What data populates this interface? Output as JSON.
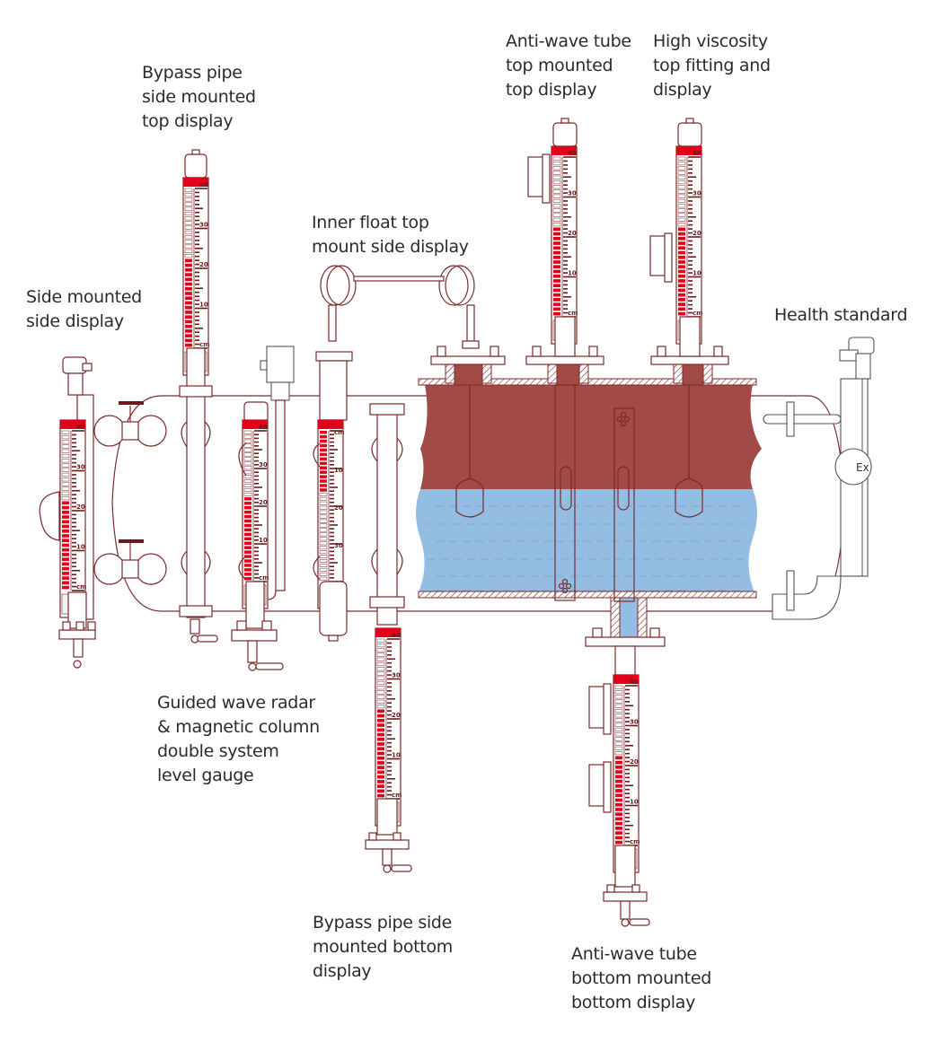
{
  "labels": {
    "side_mounted_side_display": "Side mounted\nside display",
    "bypass_pipe_side_top": "Bypass pipe\nside mounted\ntop display",
    "inner_float_top_side": "Inner float top\nmount side display",
    "anti_wave_top_top": "Anti-wave tube\ntop mounted\ntop display",
    "high_viscosity": "High viscosity\ntop fitting and\ndisplay",
    "health_standard": "Health standard",
    "guided_wave_radar": "Guided wave radar\n& magnetic column\ndouble system\nlevel gauge",
    "bypass_pipe_side_bottom": "Bypass pipe side\nmounted bottom\ndisplay",
    "anti_wave_bottom_bottom": "Anti-wave tube\nbottom mounted\nbottom display"
  },
  "gauge_scale": {
    "unit": "cm",
    "ticks_ascending": [
      "cm",
      "10",
      "20",
      "30",
      "40"
    ],
    "ticks_descending": [
      "cm",
      "10",
      "20",
      "30",
      "40"
    ]
  },
  "gauges": [
    {
      "id": "side-mounted",
      "fill_fraction": 0.57,
      "inverted": false
    },
    {
      "id": "bypass-top",
      "fill_fraction": 0.55,
      "inverted": false
    },
    {
      "id": "guided-radar",
      "fill_fraction": 0.55,
      "inverted": false
    },
    {
      "id": "inner-float",
      "fill_fraction": 0.42,
      "inverted": true
    },
    {
      "id": "bypass-bottom",
      "fill_fraction": 0.55,
      "inverted": false
    },
    {
      "id": "anti-wave-top",
      "fill_fraction": 0.55,
      "inverted": false
    },
    {
      "id": "high-viscosity",
      "fill_fraction": 0.55,
      "inverted": false
    },
    {
      "id": "anti-wave-bottom",
      "fill_fraction": 0.55,
      "inverted": false
    }
  ],
  "colors": {
    "upper_liquid": "#a24a46",
    "lower_liquid": "#94bde3",
    "indicator_red": "#e2001a",
    "outline": "#7a2a2a"
  },
  "health_standard_box_text": "Ex"
}
